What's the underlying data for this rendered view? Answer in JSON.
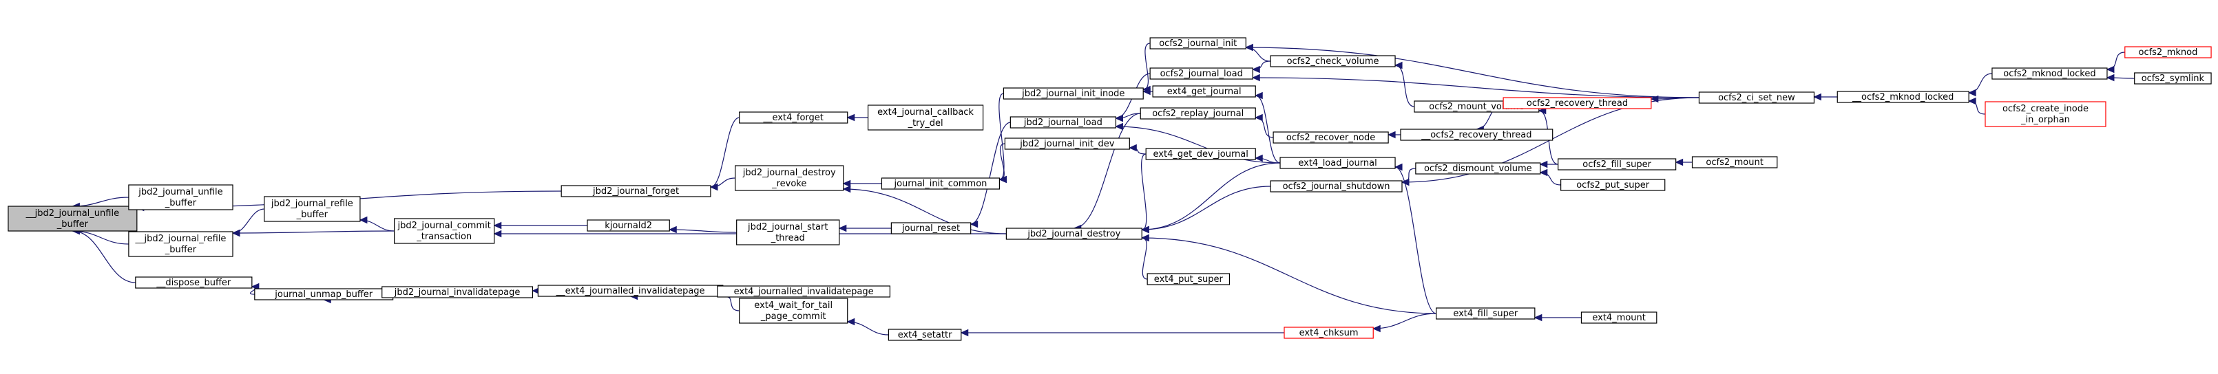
{
  "colors": {
    "edge": "#191970",
    "node_border": "#000000",
    "truncated_border": "#ff0000",
    "root_fill": "#bfbfbf",
    "background": "#ffffff"
  },
  "nodes": [
    {
      "id": "n_unfile",
      "lines": [
        "__jbd2_journal_unfile",
        "_buffer"
      ],
      "root": true
    },
    {
      "id": "n_jbd2_unfile",
      "lines": [
        "jbd2_journal_unfile",
        "_buffer"
      ]
    },
    {
      "id": "n_refile_inner",
      "lines": [
        "__jbd2_journal_refile",
        "_buffer"
      ]
    },
    {
      "id": "n_dispose",
      "lines": [
        "__dispose_buffer"
      ]
    },
    {
      "id": "n_jforget",
      "lines": [
        "jbd2_journal_forget"
      ]
    },
    {
      "id": "n_jrefile",
      "lines": [
        "jbd2_journal_refile",
        "_buffer"
      ]
    },
    {
      "id": "n_unmap",
      "lines": [
        "journal_unmap_buffer"
      ]
    },
    {
      "id": "n_commit",
      "lines": [
        "jbd2_journal_commit",
        "_transaction"
      ]
    },
    {
      "id": "n_invalidatepage",
      "lines": [
        "jbd2_journal_invalidatepage"
      ]
    },
    {
      "id": "n_ext4forget",
      "lines": [
        "__ext4_forget"
      ]
    },
    {
      "id": "n_revoke",
      "lines": [
        "jbd2_journal_destroy",
        "_revoke"
      ]
    },
    {
      "id": "n_kjournald",
      "lines": [
        "kjournald2"
      ]
    },
    {
      "id": "n_ext4_jinval",
      "lines": [
        "__ext4_journalled_invalidatepage"
      ]
    },
    {
      "id": "n_cb_trydel",
      "lines": [
        "ext4_journal_callback",
        "_try_del"
      ]
    },
    {
      "id": "n_jinit_common",
      "lines": [
        "journal_init_common"
      ]
    },
    {
      "id": "n_start_thread",
      "lines": [
        "jbd2_journal_start",
        "_thread"
      ]
    },
    {
      "id": "n_jreset",
      "lines": [
        "journal_reset"
      ]
    },
    {
      "id": "n_ext4_jinval2",
      "lines": [
        "ext4_journalled_invalidatepage"
      ]
    },
    {
      "id": "n_wait_tail",
      "lines": [
        "ext4_wait_for_tail",
        "_page_commit"
      ]
    },
    {
      "id": "n_init_inode",
      "lines": [
        "jbd2_journal_init_inode"
      ]
    },
    {
      "id": "n_jload",
      "lines": [
        "jbd2_journal_load"
      ]
    },
    {
      "id": "n_init_dev",
      "lines": [
        "jbd2_journal_init_dev"
      ]
    },
    {
      "id": "n_destroy",
      "lines": [
        "jbd2_journal_destroy"
      ]
    },
    {
      "id": "n_setattr",
      "lines": [
        "ext4_setattr"
      ]
    },
    {
      "id": "n_ocfs_jinit",
      "lines": [
        "ocfs2_journal_init"
      ]
    },
    {
      "id": "n_ocfs_jload",
      "lines": [
        "ocfs2_journal_load"
      ]
    },
    {
      "id": "n_ext4_getj",
      "lines": [
        "ext4_get_journal"
      ]
    },
    {
      "id": "n_replay",
      "lines": [
        "ocfs2_replay_journal"
      ]
    },
    {
      "id": "n_getdev",
      "lines": [
        "ext4_get_dev_journal"
      ]
    },
    {
      "id": "n_putsuper",
      "lines": [
        "ext4_put_super"
      ]
    },
    {
      "id": "n_check_vol",
      "lines": [
        "ocfs2_check_volume"
      ]
    },
    {
      "id": "n_recover_node",
      "lines": [
        "ocfs2_recover_node"
      ]
    },
    {
      "id": "n_ext4_loadj",
      "lines": [
        "ext4_load_journal"
      ]
    },
    {
      "id": "n_ocfs_jshut",
      "lines": [
        "ocfs2_journal_shutdown"
      ]
    },
    {
      "id": "n_chksum",
      "lines": [
        "ext4_chksum"
      ],
      "truncated": true
    },
    {
      "id": "n_mount_vol",
      "lines": [
        "ocfs2_mount_volume"
      ]
    },
    {
      "id": "n_recov_thread_inner",
      "lines": [
        "__ocfs2_recovery_thread"
      ]
    },
    {
      "id": "n_dismount",
      "lines": [
        "ocfs2_dismount_volume"
      ]
    },
    {
      "id": "n_recov_thread",
      "lines": [
        "ocfs2_recovery_thread"
      ],
      "truncated": true
    },
    {
      "id": "n_fill_super",
      "lines": [
        "ocfs2_fill_super"
      ]
    },
    {
      "id": "n_ocfs_putsuper",
      "lines": [
        "ocfs2_put_super"
      ]
    },
    {
      "id": "n_ext4_fill",
      "lines": [
        "ext4_fill_super"
      ]
    },
    {
      "id": "n_ci_set_new",
      "lines": [
        "ocfs2_ci_set_new"
      ]
    },
    {
      "id": "n_ocfs_mount",
      "lines": [
        "ocfs2_mount"
      ]
    },
    {
      "id": "n_ext4_mount",
      "lines": [
        "ext4_mount"
      ]
    },
    {
      "id": "n_mknod_locked_inner",
      "lines": [
        "__ocfs2_mknod_locked"
      ]
    },
    {
      "id": "n_mknod_locked",
      "lines": [
        "ocfs2_mknod_locked"
      ]
    },
    {
      "id": "n_create_orphan",
      "lines": [
        "ocfs2_create_inode",
        "_in_orphan"
      ],
      "truncated": true
    },
    {
      "id": "n_mknod",
      "lines": [
        "ocfs2_mknod"
      ],
      "truncated": true
    },
    {
      "id": "n_symlink",
      "lines": [
        "ocfs2_symlink"
      ]
    }
  ],
  "edges": [
    [
      "n_jbd2_unfile",
      "n_unfile"
    ],
    [
      "n_refile_inner",
      "n_unfile"
    ],
    [
      "n_dispose",
      "n_unfile"
    ],
    [
      "n_jforget",
      "n_unfile"
    ],
    [
      "n_jrefile",
      "n_refile_inner"
    ],
    [
      "n_commit",
      "n_refile_inner"
    ],
    [
      "n_unmap",
      "n_dispose"
    ],
    [
      "n_commit",
      "n_jrefile"
    ],
    [
      "n_invalidatepage",
      "n_unmap"
    ],
    [
      "n_ext4forget",
      "n_jforget"
    ],
    [
      "n_revoke",
      "n_jforget"
    ],
    [
      "n_kjournald",
      "n_commit"
    ],
    [
      "n_destroy",
      "n_commit"
    ],
    [
      "n_ext4_jinval",
      "n_invalidatepage"
    ],
    [
      "n_cb_trydel",
      "n_ext4forget"
    ],
    [
      "n_jinit_common",
      "n_revoke"
    ],
    [
      "n_destroy",
      "n_revoke"
    ],
    [
      "n_start_thread",
      "n_kjournald"
    ],
    [
      "n_jreset",
      "n_start_thread"
    ],
    [
      "n_ext4_jinval2",
      "n_ext4_jinval"
    ],
    [
      "n_wait_tail",
      "n_ext4_jinval"
    ],
    [
      "n_init_inode",
      "n_jinit_common"
    ],
    [
      "n_init_dev",
      "n_jinit_common"
    ],
    [
      "n_jload",
      "n_jreset"
    ],
    [
      "n_setattr",
      "n_wait_tail"
    ],
    [
      "n_ocfs_jinit",
      "n_init_inode"
    ],
    [
      "n_ext4_getj",
      "n_init_inode"
    ],
    [
      "n_ocfs_jload",
      "n_jload"
    ],
    [
      "n_replay",
      "n_jload"
    ],
    [
      "n_ext4_loadj",
      "n_jload"
    ],
    [
      "n_getdev",
      "n_init_dev"
    ],
    [
      "n_replay",
      "n_destroy"
    ],
    [
      "n_getdev",
      "n_destroy"
    ],
    [
      "n_putsuper",
      "n_destroy"
    ],
    [
      "n_ocfs_jshut",
      "n_destroy"
    ],
    [
      "n_ext4_loadj",
      "n_destroy"
    ],
    [
      "n_ext4_fill",
      "n_destroy"
    ],
    [
      "n_chksum",
      "n_setattr"
    ],
    [
      "n_check_vol",
      "n_ocfs_jinit"
    ],
    [
      "n_ci_set_new",
      "n_ocfs_jinit"
    ],
    [
      "n_check_vol",
      "n_ocfs_jload"
    ],
    [
      "n_ci_set_new",
      "n_ocfs_jload"
    ],
    [
      "n_ext4_loadj",
      "n_ext4_getj"
    ],
    [
      "n_recover_node",
      "n_replay"
    ],
    [
      "n_ext4_loadj",
      "n_getdev"
    ],
    [
      "n_mount_vol",
      "n_check_vol"
    ],
    [
      "n_recov_thread_inner",
      "n_recover_node"
    ],
    [
      "n_ext4_fill",
      "n_ext4_loadj"
    ],
    [
      "n_dismount",
      "n_ocfs_jshut"
    ],
    [
      "n_ci_set_new",
      "n_ocfs_jshut"
    ],
    [
      "n_ext4_fill",
      "n_chksum"
    ],
    [
      "n_fill_super",
      "n_mount_vol"
    ],
    [
      "n_recov_thread",
      "n_recov_thread_inner"
    ],
    [
      "n_fill_super",
      "n_dismount"
    ],
    [
      "n_ocfs_putsuper",
      "n_dismount"
    ],
    [
      "n_ci_set_new",
      "n_recov_thread"
    ],
    [
      "n_ocfs_mount",
      "n_fill_super"
    ],
    [
      "n_ext4_mount",
      "n_ext4_fill"
    ],
    [
      "n_mknod_locked_inner",
      "n_ci_set_new"
    ],
    [
      "n_mknod_locked",
      "n_mknod_locked_inner"
    ],
    [
      "n_create_orphan",
      "n_mknod_locked_inner"
    ],
    [
      "n_mknod",
      "n_mknod_locked"
    ],
    [
      "n_symlink",
      "n_mknod_locked"
    ]
  ]
}
